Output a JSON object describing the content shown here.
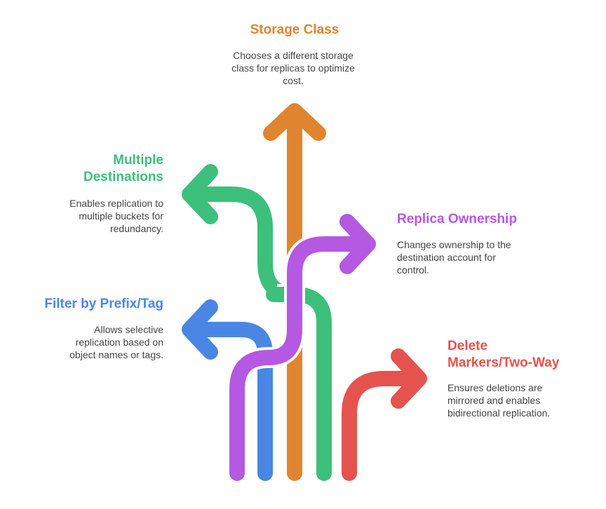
{
  "colors": {
    "storage": "#E0852F",
    "destinations": "#3DC07C",
    "ownership": "#B558E2",
    "filter": "#4A86E3",
    "delete": "#E5534F"
  },
  "items": [
    {
      "id": "storage_class",
      "title": "Storage Class",
      "description": "Chooses a different storage class for replicas to optimize cost."
    },
    {
      "id": "multiple_destinations",
      "title": "Multiple Destinations",
      "description": "Enables replication to multiple buckets for redundancy."
    },
    {
      "id": "replica_ownership",
      "title": "Replica Ownership",
      "description": "Changes ownership to the destination account for control."
    },
    {
      "id": "filter",
      "title": "Filter by Prefix/Tag",
      "description": "Allows selective replication based on object names or tags."
    },
    {
      "id": "delete_markers",
      "title": "Delete Markers/Two-Way",
      "description": "Ensures deletions are mirrored and enables bidirectional replication."
    }
  ]
}
